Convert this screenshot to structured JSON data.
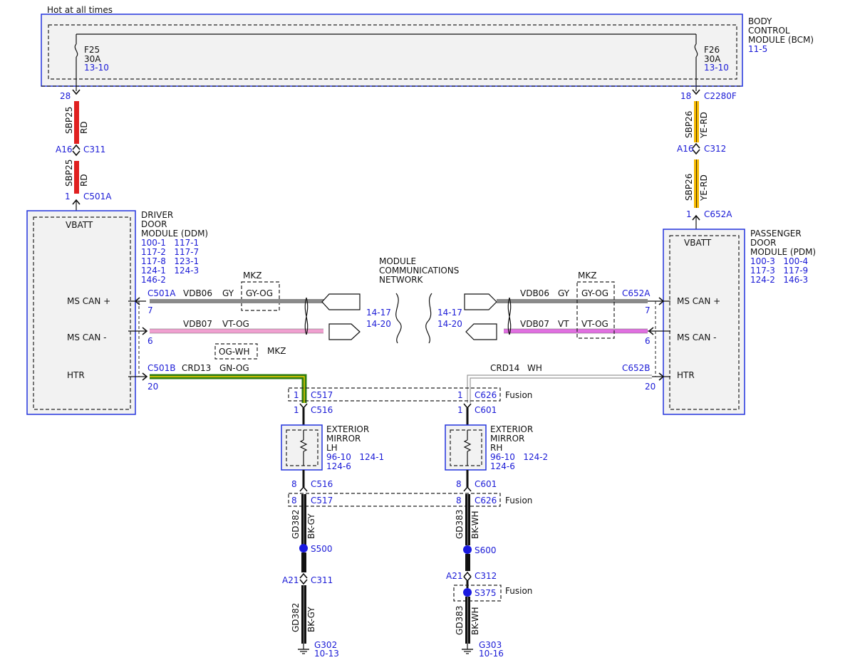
{
  "diagram": {
    "top_note": "Hot at all times",
    "bcm": {
      "name_lines": [
        "BODY",
        "CONTROL",
        "MODULE (BCM)",
        "11-5"
      ]
    },
    "fuses": {
      "f25": {
        "label": "F25",
        "amps": "30A",
        "ref": "13-10"
      },
      "f26": {
        "label": "F26",
        "amps": "30A",
        "ref": "13-10"
      }
    },
    "left_feed": {
      "pin_top": "28",
      "wire1_circuit": "SBP25",
      "wire1_color": "RD",
      "conn_mid_pin": "A16",
      "conn_mid": "C311",
      "wire2_circuit": "SBP25",
      "wire2_color": "RD",
      "pin_bottom": "1",
      "conn_bottom": "C501A"
    },
    "right_feed": {
      "pin_top": "18",
      "conn_top": "C2280F",
      "wire1_circuit": "SBP26",
      "wire1_color": "YE-RD",
      "conn_mid_pin": "A16",
      "conn_mid": "C312",
      "wire2_circuit": "SBP26",
      "wire2_color": "YE-RD",
      "pin_bottom": "1",
      "conn_bottom": "C652A"
    },
    "ddm": {
      "name_lines": [
        "DRIVER",
        "DOOR",
        "MODULE (DDM)"
      ],
      "refs": [
        "100-1   117-1",
        "117-2   117-7",
        "117-8   123-1",
        "124-1   124-3",
        "146-2"
      ],
      "vbatt": "VBATT",
      "ms_can_plus": "MS CAN +",
      "ms_can_minus": "MS CAN -",
      "htr": "HTR"
    },
    "pdm": {
      "name_lines": [
        "PASSENGER",
        "DOOR",
        "MODULE (PDM)"
      ],
      "refs": [
        "100-3   100-4",
        "117-3   117-9",
        "124-2   146-3"
      ],
      "vbatt": "VBATT",
      "ms_can_plus": "MS CAN +",
      "ms_can_minus": "MS CAN -",
      "htr": "HTR"
    },
    "network": {
      "lines": [
        "MODULE",
        "COMMUNICATIONS",
        "NETWORK"
      ]
    },
    "left_can": {
      "conn": "C501A",
      "plus_pin": "7",
      "plus_circuit": "VDB06",
      "plus_color": "GY",
      "plus_alt": "GY-OG",
      "minus_pin": "6",
      "minus_circuit": "VDB07",
      "minus_color": "VT-OG",
      "minus_alt": "OG-WH",
      "mkz_top": "MKZ",
      "mkz_bottom": "MKZ",
      "ref1": "14-17",
      "ref2": "14-20"
    },
    "right_can": {
      "conn": "C652A",
      "plus_pin": "7",
      "plus_circuit": "VDB06",
      "plus_color": "GY",
      "plus_alt": "GY-OG",
      "minus_pin": "6",
      "minus_circuit": "VDB07",
      "minus_color": "VT",
      "minus_alt": "VT-OG",
      "mkz": "MKZ",
      "ref1": "14-17",
      "ref2": "14-20"
    },
    "left_htr": {
      "conn": "C501B",
      "pin": "20",
      "circuit": "CRD13",
      "color": "GN-OG"
    },
    "right_htr": {
      "conn": "C652B",
      "pin": "20",
      "circuit": "CRD14",
      "color": "WH"
    },
    "left_mirror": {
      "c517_pin": "1",
      "c517": "C517",
      "c516_pin": "1",
      "c516": "C516",
      "name_lines": [
        "EXTERIOR",
        "MIRROR",
        "LH"
      ],
      "refs": [
        "96-10   124-1",
        "124-6"
      ],
      "c516b_pin": "8",
      "c516b": "C516",
      "c517b_pin": "8",
      "c517b": "C517",
      "gnd_circuit": "GD382",
      "gnd_color": "BK-GY",
      "splice": "S500",
      "c311_pin": "A21",
      "c311": "C311",
      "gnd2_circuit": "GD382",
      "gnd2_color": "BK-GY",
      "ground": "G302",
      "ground_ref": "10-13"
    },
    "right_mirror": {
      "c626_pin": "1",
      "c626": "C626",
      "fusion": "Fusion",
      "c601_pin": "1",
      "c601": "C601",
      "name_lines": [
        "EXTERIOR",
        "MIRROR",
        "RH"
      ],
      "refs": [
        "96-10   124-2",
        "124-6"
      ],
      "c601b_pin": "8",
      "c601b": "C601",
      "c626b_pin": "8",
      "c626b": "C626",
      "fusion2": "Fusion",
      "gnd_circuit": "GD383",
      "gnd_color": "BK-WH",
      "splice": "S600",
      "c312_pin": "A21",
      "c312": "C312",
      "splice2": "S375",
      "fusion3": "Fusion",
      "gnd2_circuit": "GD383",
      "gnd2_color": "BK-WH",
      "ground": "G303",
      "ground_ref": "10-16"
    },
    "colors": {
      "module_border": "#2233dd",
      "label_blue": "#1a1ad6",
      "red_wire": "#e02020",
      "yellow_wire": "#f5b800",
      "gray_wire": "#8a8a8a",
      "pink_wire": "#f0a0d0",
      "violet_wire": "#e070e0",
      "green_wire": "#2e7d10",
      "splice_dot": "#1a1ae0"
    }
  }
}
